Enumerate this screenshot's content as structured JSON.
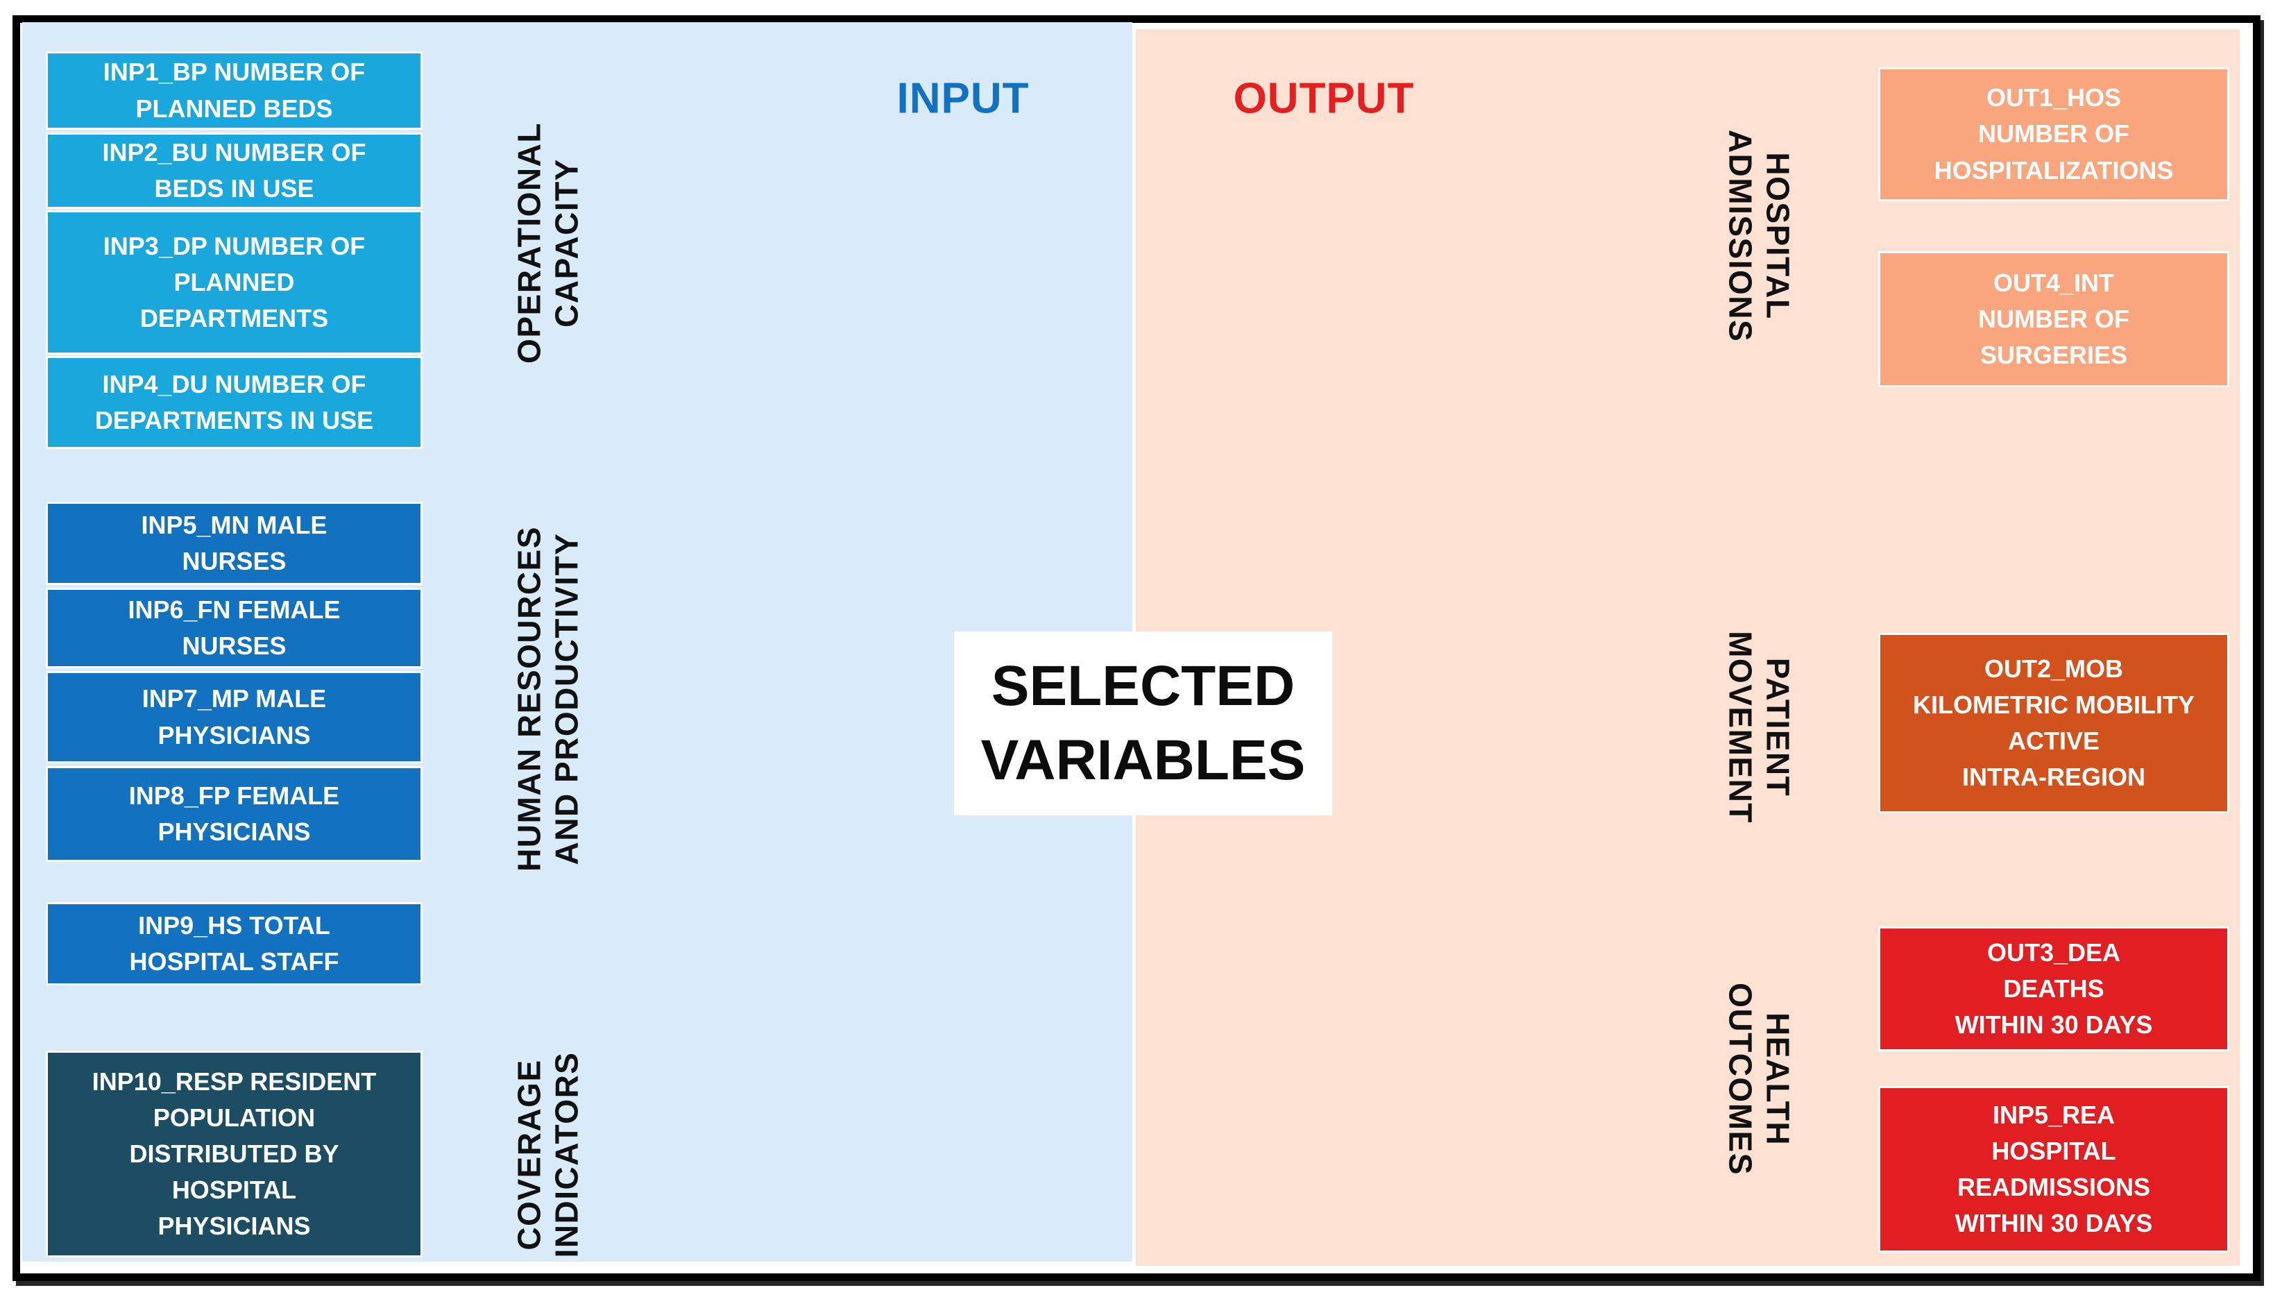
{
  "figure": {
    "title": "SELECTED\nVARIABLES"
  },
  "colors": {
    "input_accent": "#1272BF",
    "output_accent": "#E3201F",
    "input_panel_bg": "#D9EAF8",
    "output_panel_bg": "#FDE2D4",
    "operational_capacity_box": "#1AA7DC",
    "human_resources_box": "#1272BF",
    "coverage_indicators_box": "#1C4D62",
    "hospital_admissions_box": "#F9A57E",
    "patient_movement_box": "#D2521E",
    "health_outcomes_box": "#E11F23",
    "frame_border": "#000000"
  },
  "input_panel": {
    "header": "INPUT",
    "groups": [
      {
        "label": "OPERATIONAL\nCAPACITY",
        "boxes": [
          {
            "id": "INP1_BP",
            "text": "INP1_BP NUMBER OF\nPLANNED BEDS"
          },
          {
            "id": "INP2_BU",
            "text": "INP2_BU NUMBER OF\nBEDS IN USE"
          },
          {
            "id": "INP3_DP",
            "text": "INP3_DP NUMBER OF\nPLANNED\nDEPARTMENTS"
          },
          {
            "id": "INP4_DU",
            "text": "INP4_DU NUMBER OF\nDEPARTMENTS IN USE"
          }
        ]
      },
      {
        "label": "HUMAN RESOURCES\nAND PRODUCTIVITY",
        "boxes": [
          {
            "id": "INP5_MN",
            "text": "INP5_MN MALE\nNURSES"
          },
          {
            "id": "INP6_FN",
            "text": "INP6_FN FEMALE\nNURSES"
          },
          {
            "id": "INP7_MP",
            "text": "INP7_MP MALE\nPHYSICIANS"
          },
          {
            "id": "INP8_FP",
            "text": "INP8_FP FEMALE\nPHYSICIANS"
          },
          {
            "id": "INP9_HS",
            "text": "INP9_HS TOTAL\nHOSPITAL STAFF"
          }
        ]
      },
      {
        "label": "COVERAGE\nINDICATORS",
        "boxes": [
          {
            "id": "INP10_RESP",
            "text": "INP10_RESP RESIDENT\nPOPULATION\nDISTRIBUTED BY\nHOSPITAL\nPHYSICIANS"
          }
        ]
      }
    ]
  },
  "output_panel": {
    "header": "OUTPUT",
    "groups": [
      {
        "label": "HOSPITAL\nADMISSIONS",
        "boxes": [
          {
            "id": "OUT1_HOS",
            "text": "OUT1_HOS\nNUMBER OF\nHOSPITALIZATIONS"
          },
          {
            "id": "OUT4_INT",
            "text": "OUT4_INT\nNUMBER OF\nSURGERIES"
          }
        ]
      },
      {
        "label": "PATIENT\nMOVEMENT",
        "boxes": [
          {
            "id": "OUT2_MOB",
            "text": "OUT2_MOB\nKILOMETRIC MOBILITY\nACTIVE\nINTRA-REGION"
          }
        ]
      },
      {
        "label": "HEALTH\nOUTCOMES",
        "boxes": [
          {
            "id": "OUT3_DEA",
            "text": "OUT3_DEA\nDEATHS\nWITHIN 30 DAYS"
          },
          {
            "id": "INP5_REA",
            "text": "INP5_REA\nHOSPITAL\nREADMISSIONS\nWITHIN 30 DAYS"
          }
        ]
      }
    ]
  }
}
